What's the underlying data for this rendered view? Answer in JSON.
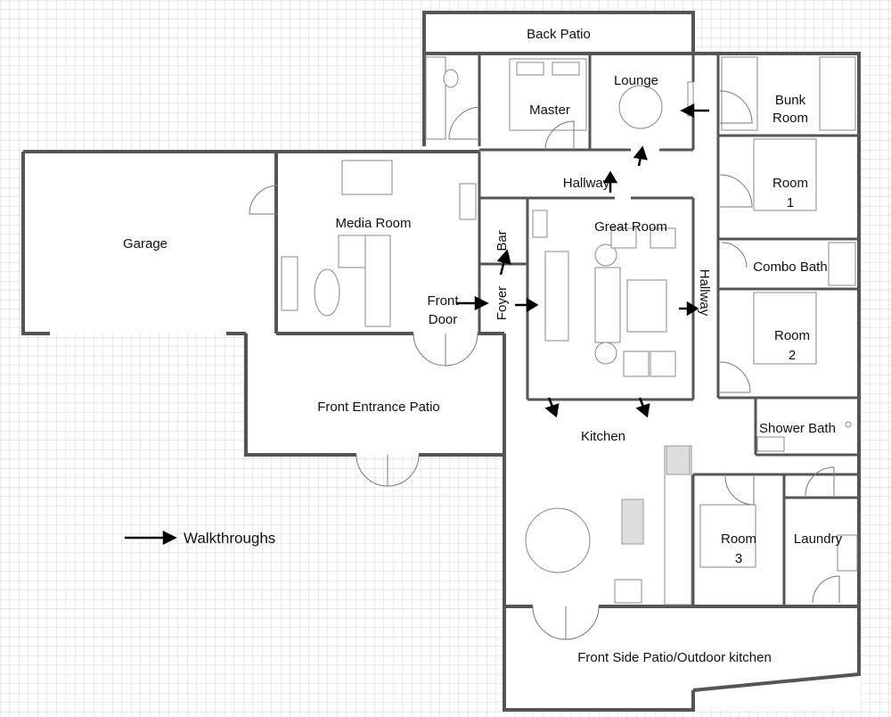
{
  "rooms": {
    "back_patio": "Back Patio",
    "lounge": "Lounge",
    "master": "Master",
    "bunk_room_line1": "Bunk",
    "bunk_room_line2": "Room",
    "hallway_top": "Hallway",
    "room1_line1": "Room",
    "room1_line2": "1",
    "media_room": "Media Room",
    "garage": "Garage",
    "great_room": "Great Room",
    "bar": "Bar",
    "foyer": "Foyer",
    "front_door_line1": "Front",
    "front_door_line2": "Door",
    "hallway_side": "Hallway",
    "combo_bath": "Combo Bath",
    "room2_line1": "Room",
    "room2_line2": "2",
    "front_entrance_patio": "Front Entrance Patio",
    "kitchen": "Kitchen",
    "shower_bath": "Shower Bath",
    "room3_line1": "Room",
    "room3_line2": "3",
    "laundry": "Laundry",
    "front_side_patio": "Front Side Patio/Outdoor kitchen"
  },
  "legend": {
    "walkthroughs": "Walkthroughs"
  },
  "colors": {
    "wall": "#555555",
    "grid": "#d9d9d9",
    "arrow": "#000000"
  }
}
